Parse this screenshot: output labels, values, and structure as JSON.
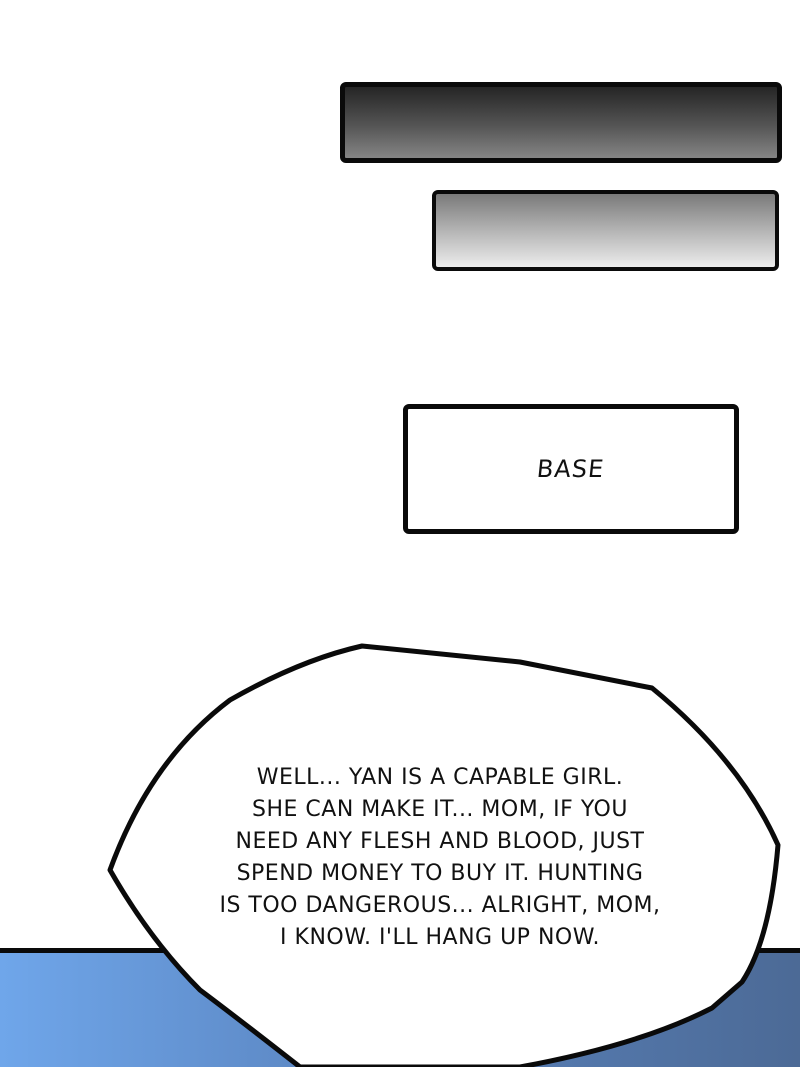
{
  "panel": {
    "caption_boxes": [
      {
        "label": "",
        "style": "dark-gradient"
      },
      {
        "label": "",
        "style": "light-gradient"
      },
      {
        "label": "BASE",
        "style": "white"
      }
    ],
    "speech_bubble": {
      "lines": [
        "WELL... YAN IS A CAPABLE GIRL.",
        "SHE CAN MAKE IT... MOM, IF YOU",
        "NEED ANY FLESH AND BLOOD, JUST",
        "SPEND MONEY TO BUY IT. HUNTING",
        "IS TOO DANGEROUS... ALRIGHT, MOM,",
        "I KNOW. I'LL HANG UP NOW."
      ]
    },
    "colors": {
      "floor_left": "#6fa6ea",
      "floor_right": "#4c6a96",
      "outline": "#0a0a0a"
    }
  }
}
